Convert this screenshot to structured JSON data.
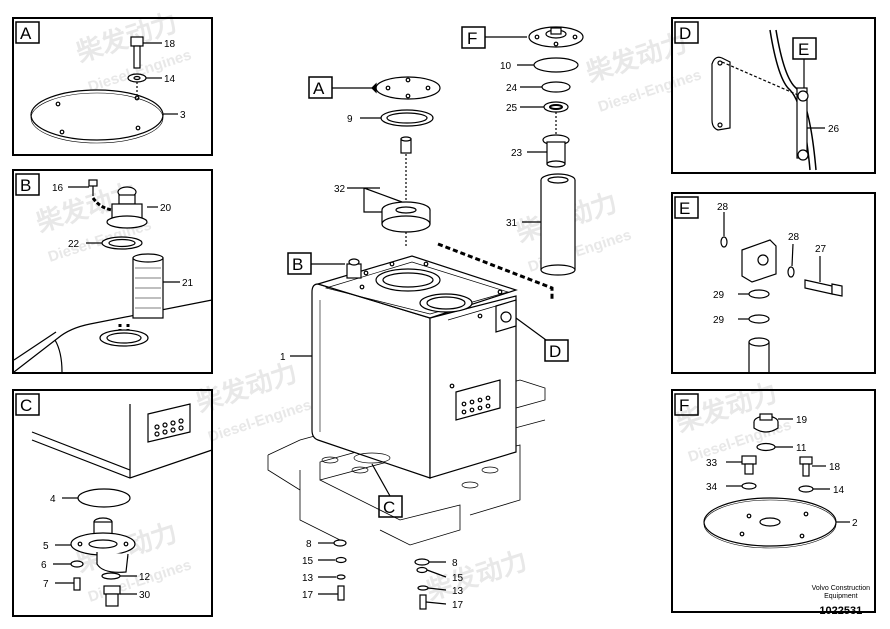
{
  "colors": {
    "line": "#000000",
    "fill": "#ffffff",
    "part_fill": "#e6e6e6",
    "watermark": "#e8e8e8"
  },
  "watermark": {
    "line1": "柴发动力",
    "line2": "Diesel-Engines"
  },
  "panels": {
    "A": {
      "letter": "A",
      "labels": [
        "18",
        "14",
        "3"
      ]
    },
    "B": {
      "letter": "B",
      "labels": [
        "16",
        "20",
        "22",
        "21"
      ]
    },
    "C": {
      "letter": "C",
      "labels": [
        "4",
        "5",
        "6",
        "7",
        "12",
        "30"
      ]
    },
    "D": {
      "letter": "D"
    },
    "E": {
      "letter": "E",
      "sub_letter": "E",
      "labels_d": [
        "26"
      ],
      "labels": [
        "28",
        "28",
        "27",
        "29",
        "29"
      ]
    },
    "F": {
      "letter": "F",
      "labels": [
        "19",
        "11",
        "33",
        "18",
        "34",
        "14",
        "2"
      ]
    }
  },
  "main": {
    "callouts": [
      "A",
      "B",
      "C",
      "D",
      "F"
    ],
    "labels": [
      "10",
      "24",
      "25",
      "9",
      "23",
      "32",
      "31",
      "1"
    ],
    "left_stack": [
      "8",
      "15",
      "13",
      "17"
    ],
    "right_stack": [
      "8",
      "15",
      "13",
      "17"
    ]
  },
  "footer": {
    "brand_line1": "Volvo Construction",
    "brand_line2": "Equipment",
    "doc_number": "1022531"
  }
}
